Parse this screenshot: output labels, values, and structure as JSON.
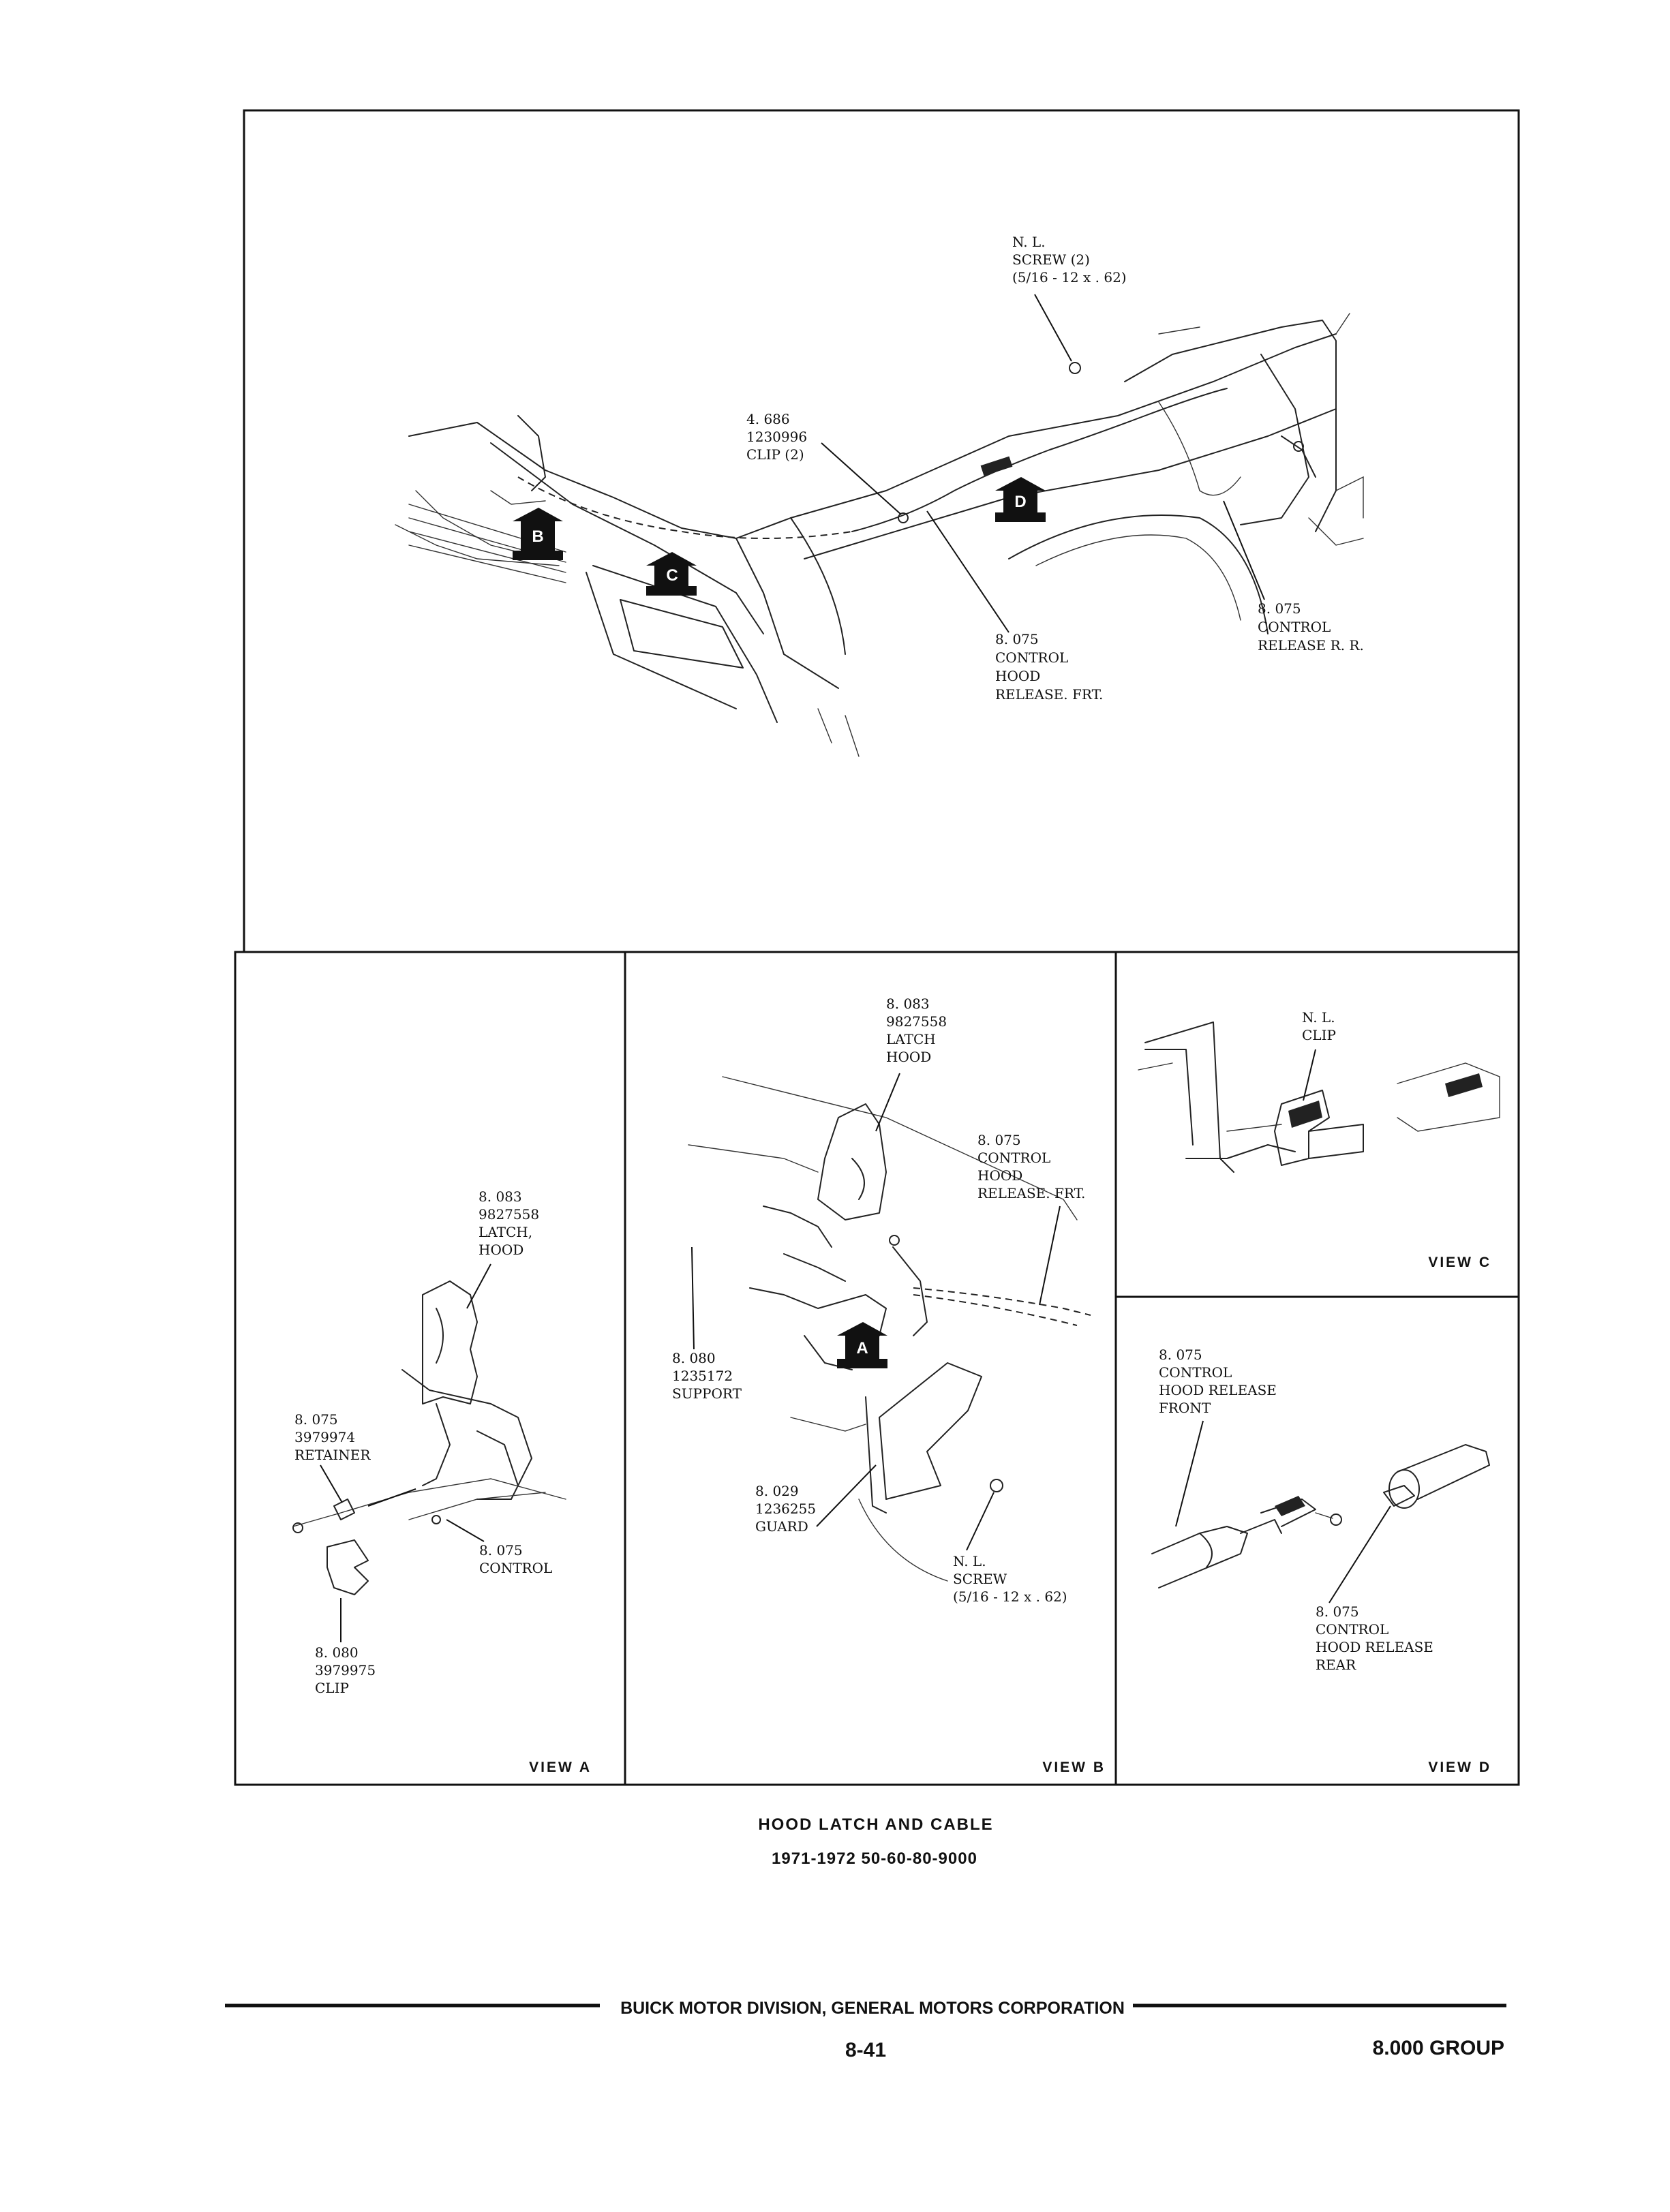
{
  "main_view": {
    "callouts": {
      "screw_top": [
        "N. L.",
        "SCREW (2)",
        "(5/16 - 12 x . 62)"
      ],
      "clip": [
        "4. 686",
        "1230996",
        "CLIP (2)"
      ],
      "control_front": [
        "8. 075",
        "CONTROL",
        "HOOD",
        "RELEASE.  FRT."
      ],
      "control_rear": [
        "8. 075",
        "CONTROL",
        "RELEASE R. R."
      ]
    },
    "view_arrows": [
      "B",
      "C",
      "D"
    ]
  },
  "view_a": {
    "label": "VIEW A",
    "callouts": {
      "latch": [
        "8. 083",
        "9827558",
        "LATCH,",
        "HOOD"
      ],
      "retainer": [
        "8. 075",
        "3979974",
        "RETAINER"
      ],
      "control": [
        "8. 075",
        "CONTROL"
      ],
      "clip": [
        "8. 080",
        "3979975",
        "CLIP"
      ]
    }
  },
  "view_b": {
    "label": "VIEW B",
    "callouts": {
      "latch": [
        "8. 083",
        "9827558",
        "LATCH",
        "HOOD"
      ],
      "control": [
        "8. 075",
        "CONTROL",
        "HOOD",
        "RELEASE.  FRT."
      ],
      "support": [
        "8. 080",
        "1235172",
        "SUPPORT"
      ],
      "guard": [
        "8. 029",
        "1236255",
        "GUARD"
      ],
      "screw": [
        "N. L.",
        "SCREW",
        "(5/16 - 12 x . 62)"
      ]
    },
    "view_arrow": "A"
  },
  "view_c": {
    "label": "VIEW C",
    "callouts": {
      "clip": [
        "N. L.",
        "CLIP"
      ]
    }
  },
  "view_d": {
    "label": "VIEW D",
    "callouts": {
      "front": [
        "8. 075",
        "CONTROL",
        "HOOD RELEASE",
        "FRONT"
      ],
      "rear": [
        "8. 075",
        "CONTROL",
        "HOOD RELEASE",
        "REAR"
      ]
    }
  },
  "caption": {
    "title": "HOOD LATCH AND CABLE",
    "subtitle": "1971-1972 50-60-80-9000"
  },
  "footer": {
    "division": "BUICK MOTOR DIVISION, GENERAL MOTORS CORPORATION",
    "page": "8-41",
    "group": "8.000 GROUP"
  }
}
